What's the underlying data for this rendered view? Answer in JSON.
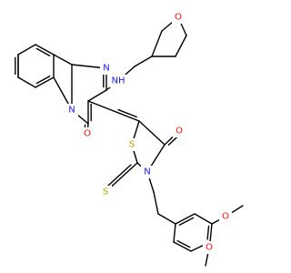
{
  "structure": {
    "background": "#ffffff",
    "bond_color": "#000000",
    "element_colors": {
      "N": "#1a1aff",
      "O": "#ff0d0d",
      "S": "#b3a300",
      "H": "#1a1aff"
    },
    "atom_labels": {
      "n_pyrimidine": "N",
      "n_bridgehead": "N",
      "nh_amine": "NH",
      "o_thf": "O",
      "o_carbonyl_pyrimidinone": "O",
      "s_ring": "S",
      "n_thiazolidine": "N",
      "o_carbonyl_thiazolidine": "O",
      "s_thioxo": "S",
      "o_methoxy_upper": "O",
      "o_methoxy_lower": "O"
    }
  }
}
